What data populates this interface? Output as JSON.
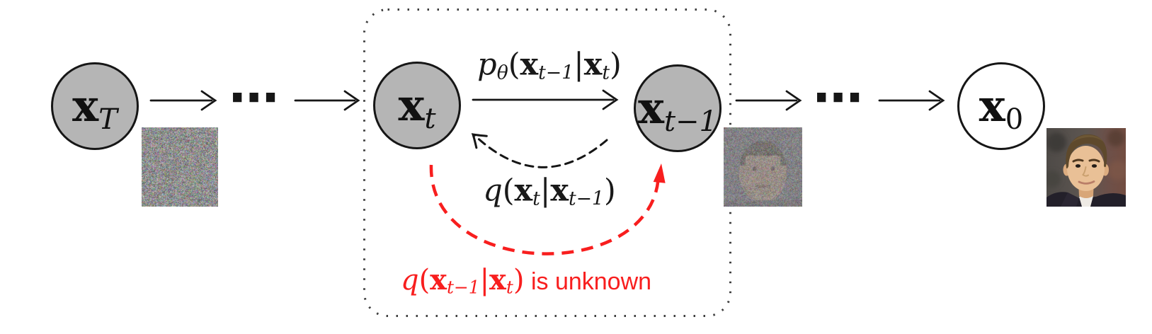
{
  "colors": {
    "bg": "#ffffff",
    "node_fill": "#b5b5b5",
    "node_empty": "#ffffff",
    "node_stroke": "#161616",
    "arrow_black": "#161616",
    "box_dot": "#3f3f3f",
    "accent_red": "#f81e1e"
  },
  "nodes": {
    "xT": {
      "base": "x",
      "sub": "T"
    },
    "xt": {
      "base": "x",
      "sub": "t"
    },
    "xt1": {
      "base": "x",
      "sub": "t−1"
    },
    "x0": {
      "base": "x",
      "sub": "0"
    }
  },
  "edges": {
    "reverse": {
      "fn": "p",
      "fnsub": "θ",
      "open": "(",
      "arg1": "x",
      "arg1sub": "t−1",
      "bar": "|",
      "arg2": "x",
      "arg2sub": "t",
      "close": ")"
    },
    "forward": {
      "fn": "q",
      "open": "(",
      "arg1": "x",
      "arg1sub": "t",
      "bar": "|",
      "arg2": "x",
      "arg2sub": "t−1",
      "close": ")"
    },
    "unknown": {
      "fn": "q",
      "open": "(",
      "arg1": "x",
      "arg1sub": "t−1",
      "bar": "|",
      "arg2": "x",
      "arg2sub": "t",
      "close": ")",
      "note": " is unknown"
    }
  },
  "ellipsis": "⋯",
  "images": {
    "xT_sample": "pure-noise-image",
    "xt1_sample": "noisy-face-image",
    "x0_sample": "portrait-photo"
  }
}
